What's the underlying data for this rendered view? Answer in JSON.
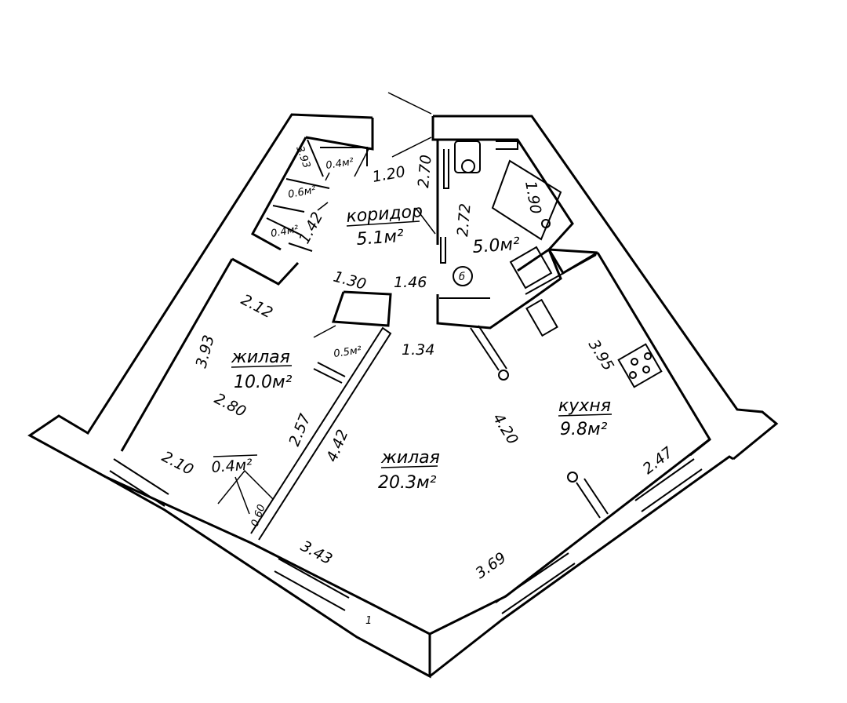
{
  "rooms": {
    "corridor": {
      "name": "коридор",
      "area": "5.1м²"
    },
    "bathroom": {
      "area": "5.0м²"
    },
    "living_small": {
      "name": "жилая",
      "area": "10.0м²"
    },
    "living_large": {
      "name": "жилая",
      "area": "20.3м²"
    },
    "kitchen": {
      "name": "кухня",
      "area": "9.8м²"
    }
  },
  "closets": {
    "c1": "0.4м²",
    "c2": "0.6м²",
    "c3": "0.4м²",
    "c4": "0.5м²",
    "c5": "0.4м²"
  },
  "dimensions": {
    "d_393_small": "3.93",
    "d_142": "1.42",
    "d_120": "1.20",
    "d_270": "2.70",
    "d_272": "2.72",
    "d_190": "1.90",
    "d_130": "1.30",
    "d_146": "1.46",
    "d_212": "2.12",
    "d_393": "3.93",
    "d_134": "1.34",
    "d_395": "3.95",
    "d_280": "2.80",
    "d_257": "2.57",
    "d_442": "4.42",
    "d_420": "4.20",
    "d_210": "2.10",
    "d_060": "0.60",
    "d_247": "2.47",
    "d_343": "3.43",
    "d_369": "3.69"
  },
  "symbols": {
    "boiler": "б",
    "marker": "1"
  }
}
